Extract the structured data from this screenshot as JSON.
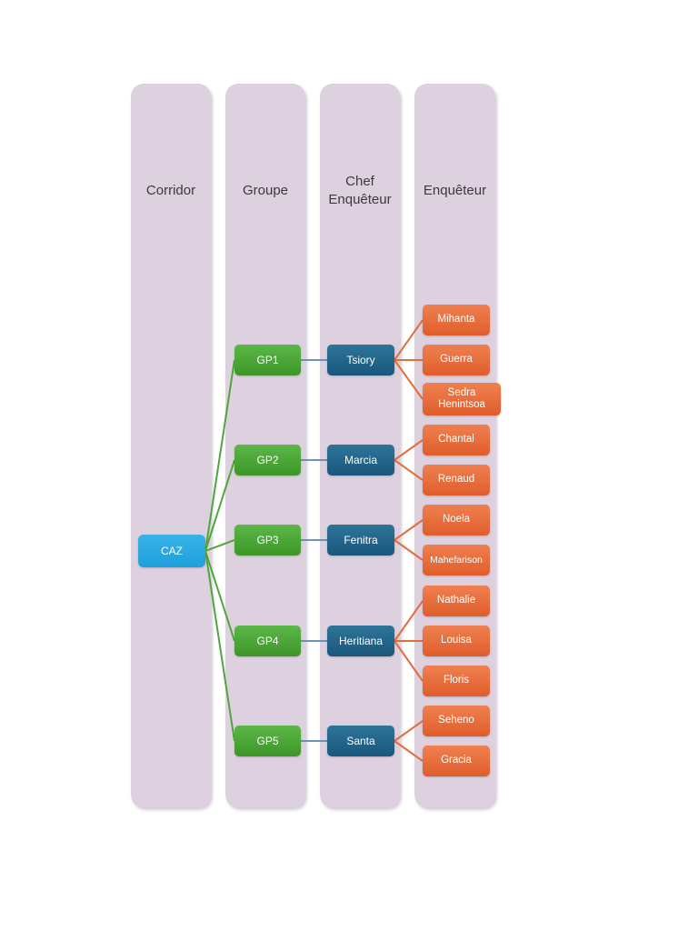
{
  "diagram": {
    "columns": [
      {
        "label": "Corridor"
      },
      {
        "label": "Groupe"
      },
      {
        "label": "Chef Enquêteur"
      },
      {
        "label": "Enquêteur"
      }
    ],
    "root": {
      "label": "CAZ"
    },
    "groups": [
      {
        "label": "GP1",
        "chief": "Tsiory",
        "investigators": [
          "Mihanta",
          "Guerra",
          "Sedra Henintsoa"
        ]
      },
      {
        "label": "GP2",
        "chief": "Marcia",
        "investigators": [
          "Chantal",
          "Renaud"
        ]
      },
      {
        "label": "GP3",
        "chief": "Fenitra",
        "investigators": [
          "Noela",
          "Mahefarison"
        ]
      },
      {
        "label": "GP4",
        "chief": "Heritiana",
        "investigators": [
          "Nathalie",
          "Louisa",
          "Floris"
        ]
      },
      {
        "label": "GP5",
        "chief": "Santa",
        "investigators": [
          "Seheno",
          "Gracia"
        ]
      }
    ],
    "colors": {
      "column_background": "#DED1DF",
      "root_node": "#29ABE2",
      "group_node": "#4CA431",
      "chief_node": "#20618A",
      "investigator_node": "#E66A38",
      "link_root_to_group": "#4EA63C",
      "link_group_to_chief": "#6E93B2",
      "link_chief_to_investigator": "#E26E3C",
      "header_text": "#3A3A3A",
      "node_text": "#FFFFFF"
    }
  }
}
